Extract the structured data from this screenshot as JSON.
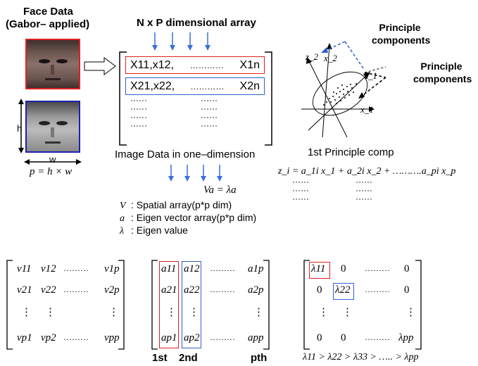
{
  "face_section": {
    "title": "Face Data",
    "subtitle": "(Gabor– applied)",
    "h_label": "h",
    "w_label": "w",
    "formula": "p = h × w"
  },
  "array_section": {
    "title": "N x P dimensional array",
    "row1": {
      "left": "X11,x12,",
      "dots": "…………",
      "right": "X1n"
    },
    "row2": {
      "left": "X21,x22,",
      "dots": "…………",
      "right": "X2n"
    },
    "caption": "Image Data in one–dimension",
    "equation": "Va = λa",
    "defs": [
      {
        "sym": "V",
        "text": "Spatial array(p*p dim)"
      },
      {
        "sym": "a",
        "text": "Eigen vector array(p*p dim)"
      },
      {
        "sym": "λ",
        "text": "Eigen value"
      }
    ]
  },
  "pca_section": {
    "label_top": "Principle components",
    "label_right": "Principle components",
    "caption": "1st Principle comp",
    "z_formula": "z_i = a_1i x_1 + a_2i x_2 + ……….a_pi x_p",
    "axis_x1": "x_1",
    "axis_x2": "x_2",
    "axis_z1": "z_1",
    "axis_z2": "z_2"
  },
  "matrices": {
    "v_cells": [
      [
        "v11",
        "v12",
        "………",
        "v1p"
      ],
      [
        "v21",
        "v22",
        "………",
        "v2p"
      ],
      [
        "⋮",
        "⋮",
        "",
        "⋮"
      ],
      [
        "vp1",
        "vp2",
        "………",
        "vpp"
      ]
    ],
    "a_cells": [
      [
        "a11",
        "a12",
        "………",
        "a1p"
      ],
      [
        "a21",
        "a22",
        "………",
        "a2p"
      ],
      [
        "⋮",
        "⋮",
        "",
        "⋮"
      ],
      [
        "ap1",
        "ap2",
        "………",
        "app"
      ]
    ],
    "lambda_cells": [
      [
        "λ11",
        "0",
        "………",
        "0"
      ],
      [
        "0",
        "λ22",
        "………",
        "0"
      ],
      [
        "⋮",
        "⋮",
        "",
        "⋮"
      ],
      [
        "0",
        "0",
        "………",
        "λpp"
      ]
    ],
    "col_labels": {
      "first": "1st",
      "second": "2nd",
      "pth": "pth"
    },
    "lambda_order": "λ11 > λ22 > λ33 > ….. > λpp"
  },
  "colors": {
    "red": "#e02020",
    "blue": "#2f5fd0",
    "arrow_blue": "#3b6fd8"
  }
}
